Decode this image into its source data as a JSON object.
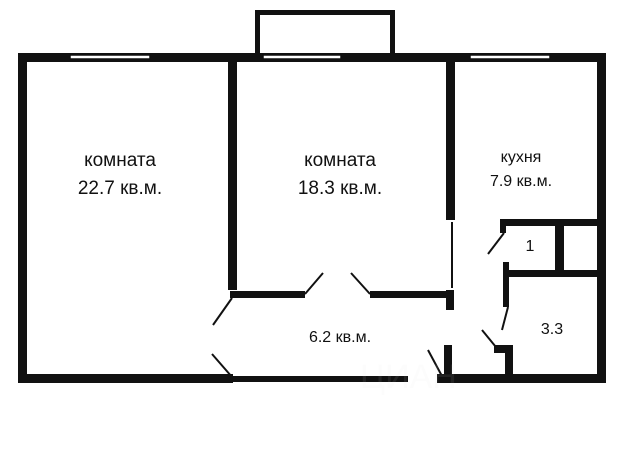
{
  "plan": {
    "rooms": [
      {
        "name": "комната",
        "area": "22.7 кв.м."
      },
      {
        "name": "комната",
        "area": "18.3 кв.м."
      },
      {
        "name": "кухня",
        "area": "7.9 кв.м."
      }
    ],
    "hall_area": "6.2 кв.м.",
    "wc_number": "1",
    "bath_area": "3.3"
  },
  "colors": {
    "wall": "#111111",
    "background": "#ffffff"
  }
}
